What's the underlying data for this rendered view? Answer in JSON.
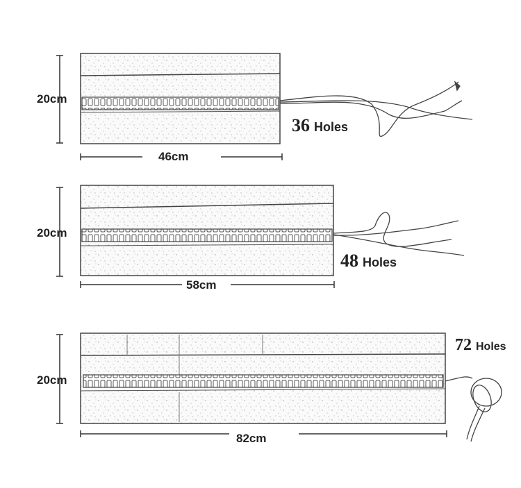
{
  "items": [
    {
      "height_label": "20cm",
      "width_label": "46cm",
      "holes_number": "36",
      "holes_word": "Holes"
    },
    {
      "height_label": "20cm",
      "width_label": "58cm",
      "holes_number": "48",
      "holes_word": "Holes"
    },
    {
      "height_label": "20cm",
      "width_label": "82cm",
      "holes_number": "72",
      "holes_word": "Holes"
    }
  ],
  "style": {
    "line_color": "#333333",
    "fill_color": "#f4f4f4"
  }
}
